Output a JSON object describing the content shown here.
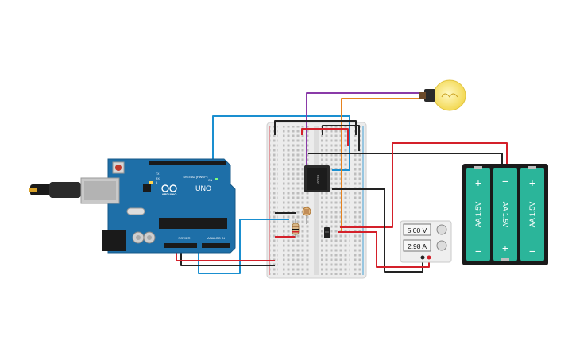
{
  "arduino": {
    "brand": "ARDUINO",
    "model": "UNO",
    "digital_header": "DIGITAL (PWM~)",
    "power_header": "POWER",
    "analog_header": "ANALOG IN",
    "tx_label": "TX",
    "rx_label": "RX",
    "l_label": "L",
    "on_label": "ON"
  },
  "power_supply": {
    "voltage": "5.00 V",
    "current": "2.98 A"
  },
  "battery_pack": {
    "cells": [
      "AA 1.5V",
      "AA 1.5V",
      "AA 1.5V"
    ],
    "plus": "+",
    "minus": "−"
  },
  "relay": {
    "label": "RELAY"
  },
  "colors": {
    "wire_blue": "#1a8fd0",
    "wire_purple": "#8a3aa8",
    "wire_orange": "#e6821e",
    "wire_red": "#d4202a",
    "wire_black": "#222222",
    "arduino_board": "#1e6fa8",
    "battery_cell": "#2bb59a",
    "bulb_glass": "#f7e36e"
  }
}
